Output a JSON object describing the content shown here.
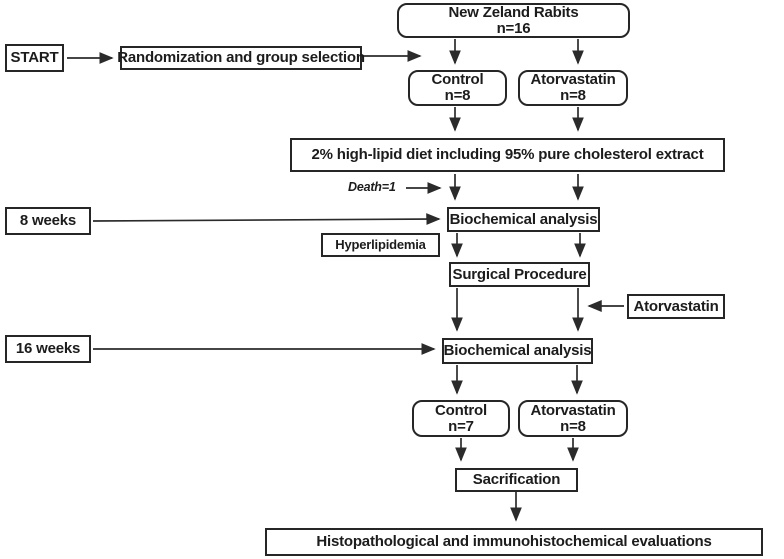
{
  "diagram": {
    "type": "flowchart",
    "colors": {
      "background": "#ffffff",
      "box_border": "#262626",
      "arrow": "#2b2b2b",
      "text": "#1c1c1c"
    },
    "nodes": {
      "population": {
        "line1": "New Zeland Rabits",
        "line2": "n=16"
      },
      "start": {
        "label": "START"
      },
      "randomization": {
        "label": "Randomization and group selection"
      },
      "control_n8": {
        "line1": "Control",
        "line2": "n=8"
      },
      "atorvastatin_n8": {
        "line1": "Atorvastatin",
        "line2": "n=8"
      },
      "diet": {
        "label": "2% high-lipid diet including 95% pure cholesterol extract"
      },
      "death_note": {
        "label": "Death=1"
      },
      "week8": {
        "label": "8 weeks"
      },
      "biochemical_1": {
        "label": "Biochemical analysis"
      },
      "hyperlipidemia": {
        "label": "Hyperlipidemia"
      },
      "surgical": {
        "label": "Surgical Procedure"
      },
      "atorvastatin_side": {
        "label": "Atorvastatin"
      },
      "week16": {
        "label": "16 weeks"
      },
      "biochemical_2": {
        "label": "Biochemical analysis"
      },
      "control_n7": {
        "line1": "Control",
        "line2": "n=7"
      },
      "atorvastatin_n8b": {
        "line1": "Atorvastatin",
        "line2": "n=8"
      },
      "sacrification": {
        "label": "Sacrification"
      },
      "histopathology": {
        "label": "Histopathological and immunohistochemical evaluations"
      }
    }
  }
}
